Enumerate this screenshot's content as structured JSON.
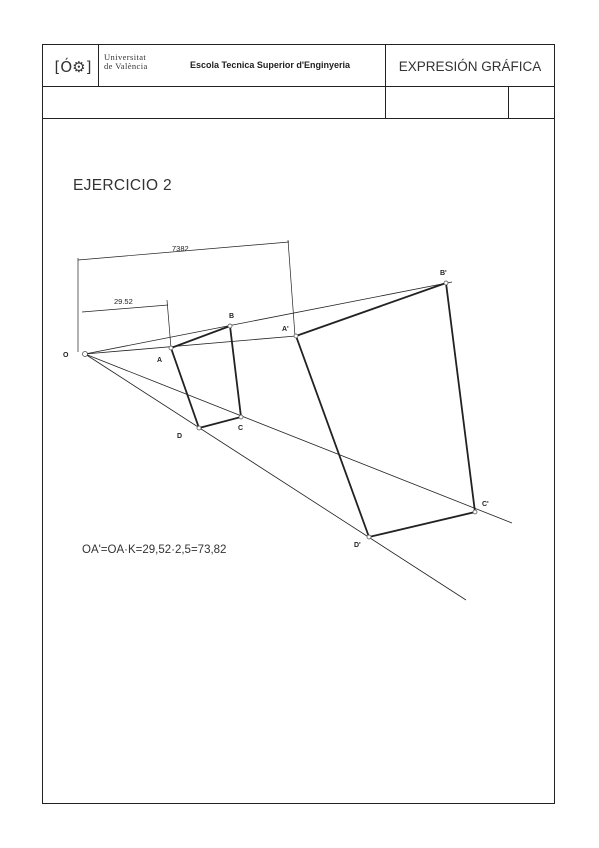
{
  "header": {
    "logo_glyph": "[Ó⚙]",
    "university_line1": "Universitat",
    "university_line2": "de València",
    "school": "Escola Tecnica Superior d'Enginyeria",
    "subject": "EXPRESIÓN GRÁFICA"
  },
  "exercise": {
    "title": "EJERCICIO 2",
    "formula": "OA'=OA·K=29,52·2,5=73,82"
  },
  "drawing": {
    "dimensions": {
      "outer": "7382",
      "inner": "29.52"
    },
    "points": {
      "O": "O",
      "A": "A",
      "B": "B",
      "C": "C",
      "D": "D",
      "A2": "A'",
      "B2": "B'",
      "C2": "C'",
      "D2": "D'"
    }
  }
}
